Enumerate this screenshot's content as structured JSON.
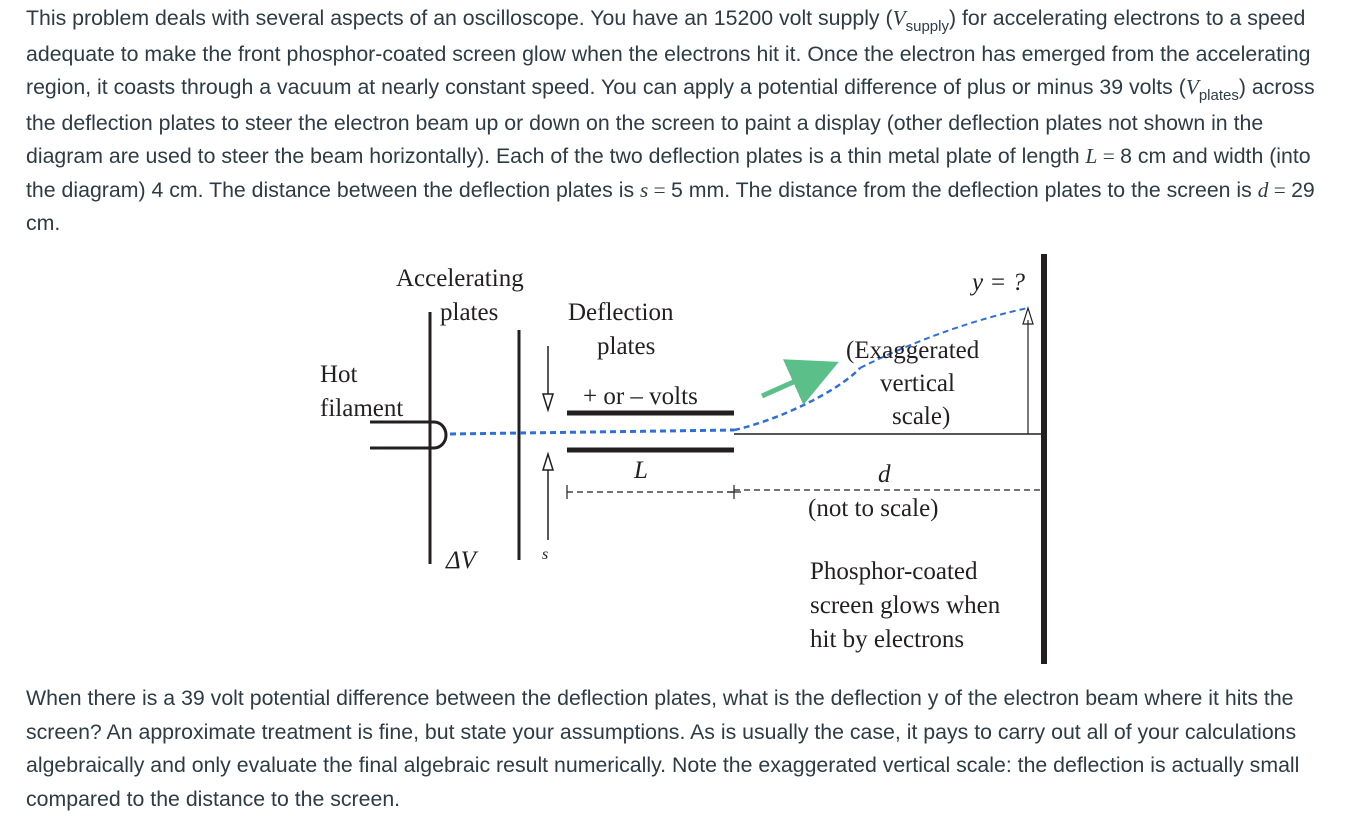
{
  "intro": {
    "t1": "This problem deals with several aspects of an oscilloscope. You have an 15200 volt supply (",
    "v_supply_sym": "V",
    "v_supply_sub": "supply",
    "t2": ") for accelerating electrons to a speed adequate to make the front phosphor-coated screen glow when the electrons hit it. Once the electron has emerged from the accelerating region, it coasts through a vacuum at nearly constant speed. You can apply a potential difference of plus or minus 39 volts (",
    "v_plates_sym": "V",
    "v_plates_sub": "plates",
    "t3": ") across the deflection plates to steer the electron beam up or down on the screen to paint a display (other deflection plates not shown in the diagram are used to steer the beam horizontally). Each of the two deflection plates is a thin metal plate of length ",
    "L_sym": "L",
    "eq1": " = ",
    "L_val": " 8 cm and width (into the diagram) 4 cm. The distance between the deflection plates is ",
    "s_sym": "s",
    "eq2": " = ",
    "s_val": " 5 mm. The distance from the deflection plates to the screen is ",
    "d_sym": "d",
    "eq3": " = ",
    "d_val": " 29 cm."
  },
  "diagram": {
    "accelerating_line1": "Accelerating",
    "accelerating_line2": "plates",
    "deflection_line1": "Deflection",
    "deflection_line2": "plates",
    "volts_label": "+ or – volts",
    "hot_line1": "Hot",
    "hot_line2": "filament",
    "y_label": "y = ?",
    "exag_line1": "(Exaggerated",
    "exag_line2": "vertical",
    "exag_line3": "scale)",
    "L_label": "L",
    "d_label": "d",
    "not_to_scale": "(not to scale)",
    "delta_v": "ΔV",
    "s_label": "s",
    "screen_line1": "Phosphor-coated",
    "screen_line2": "screen glows when",
    "screen_line3": "hit by electrons",
    "colors": {
      "beam": "#2f6fd6",
      "arrow": "#5bbf8a",
      "ink": "#231f20"
    }
  },
  "question": {
    "text": "When there is a 39 volt potential difference between the deflection plates, what is the deflection y of the electron beam where it hits the screen? An approximate treatment is fine, but state your assumptions. As is usually the case, it pays to carry out all of your calculations algebraically and only evaluate the final algebraic result numerically. Note the exaggerated vertical scale: the deflection is actually small compared to the distance to the screen."
  }
}
